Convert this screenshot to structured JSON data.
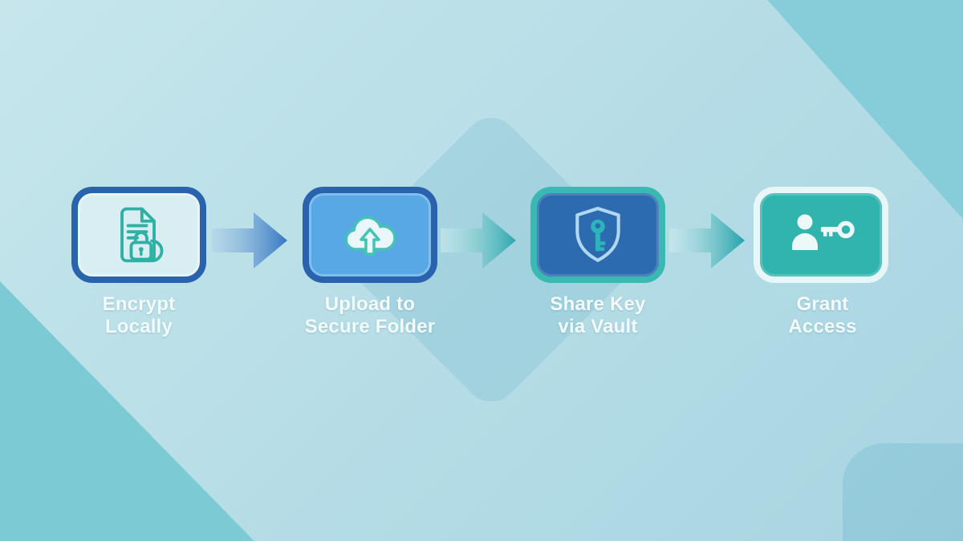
{
  "diagram": {
    "type": "flow",
    "direction": "left-to-right",
    "label_color": "#f3fbfd",
    "background": {
      "base": "#b8dee7",
      "top_right_band": "#87ccd9",
      "bottom_left_band": "#7ccbd4",
      "center_diamond": "#a9d6e1",
      "bottom_right_corner": "#95cedb"
    },
    "steps": [
      {
        "id": "encrypt-locally",
        "lines": [
          "Encrypt",
          "Locally"
        ],
        "icon": "document-lock-icon",
        "card_fill": "#d8eef2",
        "card_border": "#2a63ad",
        "icon_color": "#2fb0a5"
      },
      {
        "id": "upload-secure-folder",
        "lines": [
          "Upload to",
          "Secure Folder"
        ],
        "icon": "cloud-upload-icon",
        "card_fill": "#57a8e4",
        "card_border": "#2a63ad",
        "icon_color": "#e9f6fa"
      },
      {
        "id": "share-key-vault",
        "lines": [
          "Share Key",
          "via Vault"
        ],
        "icon": "shield-key-icon",
        "card_fill": "#2d6bb1",
        "card_border": "#3ab9b2",
        "icon_color": "#b0d8f3"
      },
      {
        "id": "grant-access",
        "lines": [
          "Grant",
          "Access"
        ],
        "icon": "user-key-icon",
        "card_fill": "#32b4ae",
        "card_border": "#e8f6f7",
        "icon_color": "#ecf9f8"
      }
    ],
    "connectors": [
      {
        "from": "encrypt-locally",
        "to": "upload-secure-folder",
        "shape": "arrow-right",
        "gradient": [
          "#aecfe9",
          "#3577c2"
        ]
      },
      {
        "from": "upload-secure-folder",
        "to": "share-key-vault",
        "shape": "arrow-right",
        "gradient": [
          "#d6eef2",
          "#2ba8ad"
        ]
      },
      {
        "from": "share-key-vault",
        "to": "grant-access",
        "shape": "arrow-right",
        "gradient": [
          "#d6eef2",
          "#23a2a9"
        ]
      }
    ]
  }
}
